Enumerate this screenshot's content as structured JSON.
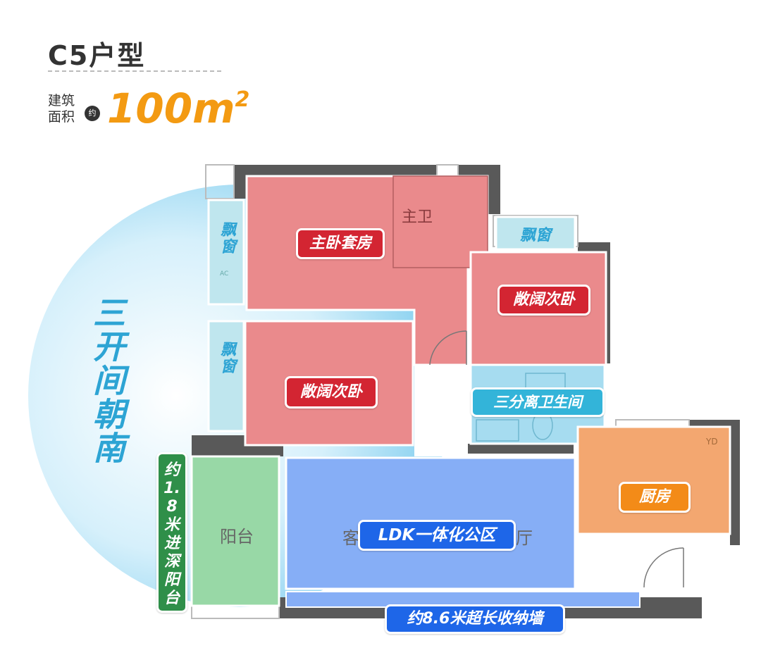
{
  "header": {
    "title": "C5户型",
    "area_label_line1": "建筑",
    "area_label_line2": "面积",
    "approx": "约",
    "area_value": "100m",
    "area_sup": "2"
  },
  "side_text": "三开间朝南",
  "rooms": {
    "master_suite": "主卧套房",
    "master_bath": "主卫",
    "bay_window_1": "飘窗",
    "bay_window_2": "飘窗",
    "bay_window_3": "飘窗",
    "second_bedroom_right": "敞阔次卧",
    "second_bedroom_left": "敞阔次卧",
    "bathroom": "三分离卫生间",
    "kitchen": "厨房",
    "balcony": "阳台",
    "living_left": "客",
    "living_right": "厅",
    "ldk": "LDK一体化公区",
    "balcony_depth": "约1.8米进深阳台",
    "storage_wall": "约8.6米超长收纳墙",
    "ac": "AC",
    "yd": "YD"
  },
  "colors": {
    "bedroom": "#ea8a8c",
    "bay": "#bfe6ee",
    "bath": "#a6dcf0",
    "kitchen": "#f3a770",
    "living": "#86aef6",
    "balcony": "#98d8a6",
    "accent": "#f39a12"
  }
}
